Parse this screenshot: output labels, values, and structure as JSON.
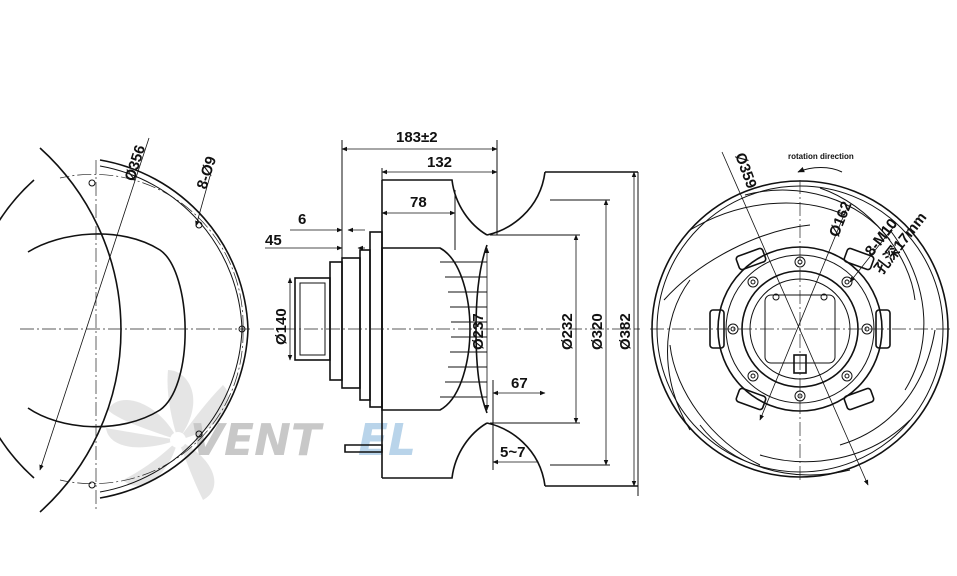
{
  "watermark": {
    "text_left": "VENT",
    "text_right": "EL"
  },
  "left_view": {
    "dia_outer": "Ø356",
    "holes": "8-Ø9"
  },
  "side_view": {
    "overall_len": "183±2",
    "len_132": "132",
    "len_78": "78",
    "len_6": "6",
    "len_45": "45",
    "dia_140": "Ø140",
    "dia_237": "Ø237",
    "dia_232": "Ø232",
    "dia_320": "Ø320",
    "dia_382": "Ø382",
    "len_67": "67",
    "len_5_7": "5~7"
  },
  "right_view": {
    "rotation_label": "rotation direction",
    "dia_359": "Ø359",
    "dia_162": "Ø162",
    "threads": "8-M10",
    "depth": "孔深17mm"
  }
}
